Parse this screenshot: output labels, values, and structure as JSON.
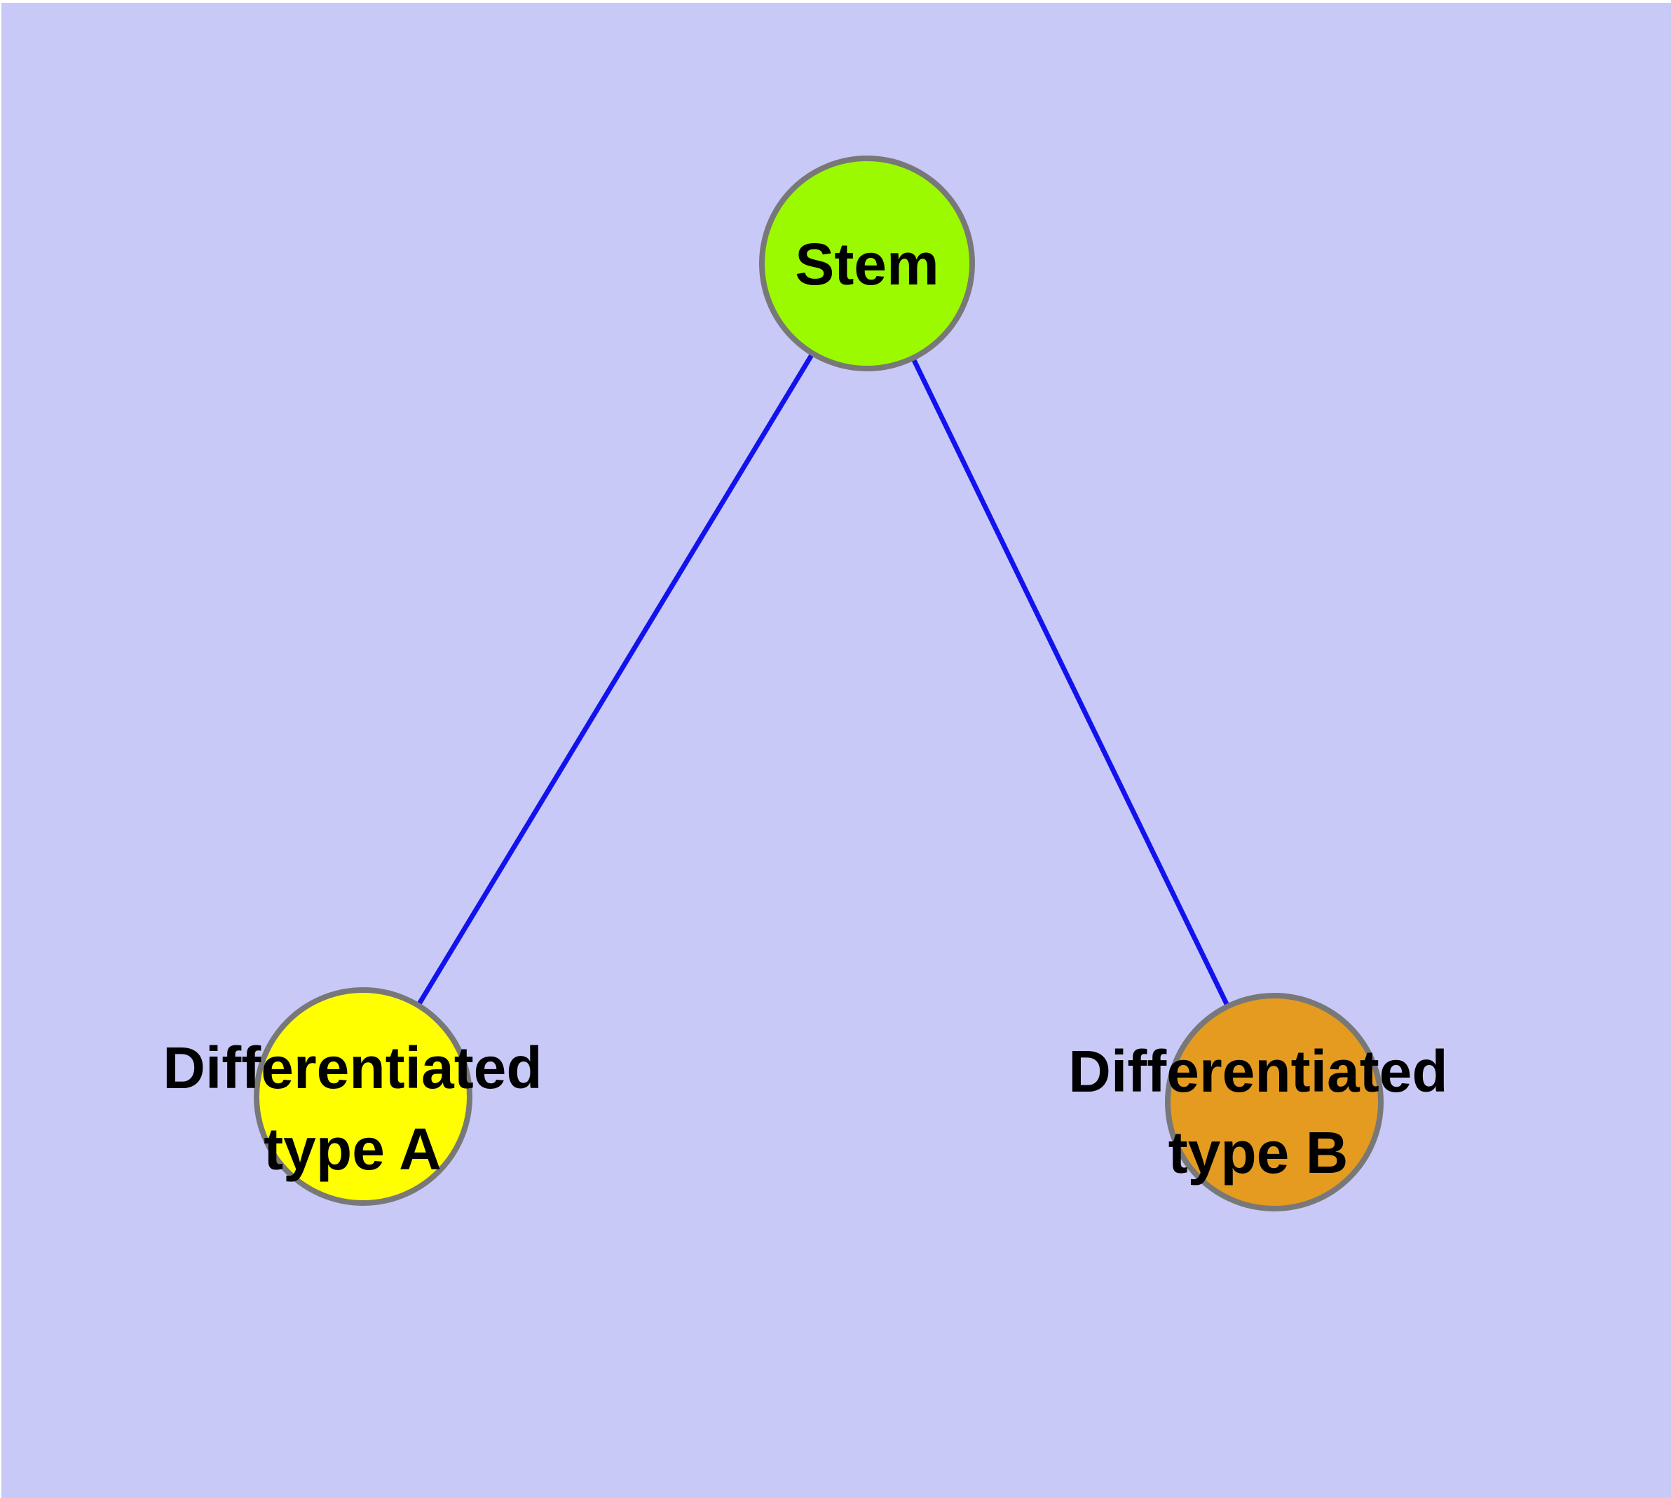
{
  "diagram": {
    "background_color": "#c9c9f8",
    "margin_color": "#ffffff",
    "edge_color": "#1212ee",
    "node_border_color": "#787878",
    "label_color": "#000000",
    "nodes": [
      {
        "id": "stem",
        "label": "Stem",
        "color": "#9bfa00"
      },
      {
        "id": "differentiated-a",
        "label_line1": "Differentiated",
        "label_line2": "type A",
        "color": "#ffff00"
      },
      {
        "id": "differentiated-b",
        "label_line1": "Differentiated",
        "label_line2": "type B",
        "color": "#e49b20"
      }
    ],
    "edges": [
      {
        "from": "stem",
        "to": "differentiated-a"
      },
      {
        "from": "stem",
        "to": "differentiated-b"
      }
    ]
  }
}
